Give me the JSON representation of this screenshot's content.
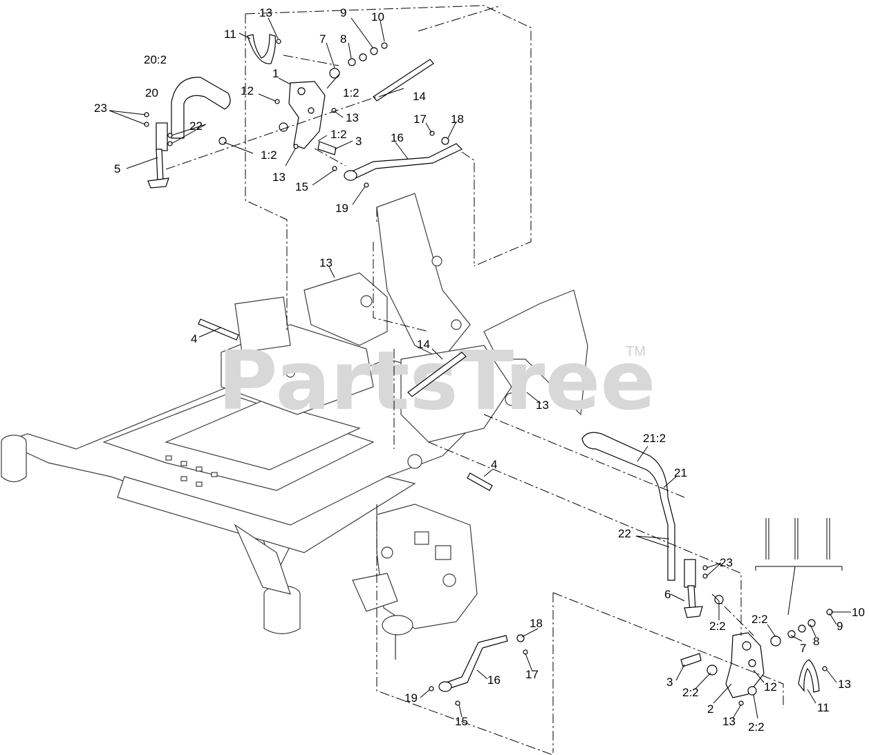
{
  "watermark": {
    "text": "PartsTree",
    "trademark": "TM"
  },
  "callouts": [
    {
      "id": "c13a",
      "label": "13"
    },
    {
      "id": "c11a",
      "label": "11"
    },
    {
      "id": "c9a",
      "label": "9"
    },
    {
      "id": "c10a",
      "label": "10"
    },
    {
      "id": "c7a",
      "label": "7"
    },
    {
      "id": "c8a",
      "label": "8"
    },
    {
      "id": "c20-2",
      "label": "20:2"
    },
    {
      "id": "c1",
      "label": "1"
    },
    {
      "id": "c12a",
      "label": "12"
    },
    {
      "id": "c1-2a",
      "label": "1:2"
    },
    {
      "id": "c20",
      "label": "20"
    },
    {
      "id": "c14a",
      "label": "14"
    },
    {
      "id": "c23a",
      "label": "23"
    },
    {
      "id": "c13b",
      "label": "13"
    },
    {
      "id": "c22a",
      "label": "22"
    },
    {
      "id": "c17a",
      "label": "17"
    },
    {
      "id": "c18a",
      "label": "18"
    },
    {
      "id": "c1-2b",
      "label": "1:2"
    },
    {
      "id": "c3a",
      "label": "3"
    },
    {
      "id": "c16a",
      "label": "16"
    },
    {
      "id": "c1-2c",
      "label": "1:2"
    },
    {
      "id": "c5",
      "label": "5"
    },
    {
      "id": "c13c",
      "label": "13"
    },
    {
      "id": "c15a",
      "label": "15"
    },
    {
      "id": "c19a",
      "label": "19"
    },
    {
      "id": "c13d",
      "label": "13"
    },
    {
      "id": "c4a",
      "label": "4"
    },
    {
      "id": "c14b",
      "label": "14"
    },
    {
      "id": "c13e",
      "label": "13"
    },
    {
      "id": "c21-2",
      "label": "21:2"
    },
    {
      "id": "c4b",
      "label": "4"
    },
    {
      "id": "c21",
      "label": "21"
    },
    {
      "id": "c22b",
      "label": "22"
    },
    {
      "id": "c23b",
      "label": "23"
    },
    {
      "id": "c6",
      "label": "6"
    },
    {
      "id": "c2-2a",
      "label": "2:2"
    },
    {
      "id": "c2-2b",
      "label": "2:2"
    },
    {
      "id": "c10b",
      "label": "10"
    },
    {
      "id": "c9b",
      "label": "9"
    },
    {
      "id": "c18b",
      "label": "18"
    },
    {
      "id": "c7b",
      "label": "7"
    },
    {
      "id": "c8b",
      "label": "8"
    },
    {
      "id": "c16b",
      "label": "16"
    },
    {
      "id": "c17b",
      "label": "17"
    },
    {
      "id": "c3b",
      "label": "3"
    },
    {
      "id": "c2-2c",
      "label": "2:2"
    },
    {
      "id": "c12b",
      "label": "12"
    },
    {
      "id": "c13f",
      "label": "13"
    },
    {
      "id": "c19b",
      "label": "19"
    },
    {
      "id": "c2",
      "label": "2"
    },
    {
      "id": "c11b",
      "label": "11"
    },
    {
      "id": "c15b",
      "label": "15"
    },
    {
      "id": "c13g",
      "label": "13"
    },
    {
      "id": "c2-2d",
      "label": "2:2"
    }
  ]
}
